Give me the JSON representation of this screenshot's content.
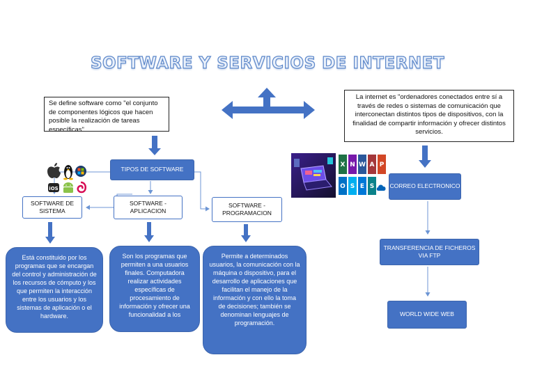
{
  "title": "SOFTWARE Y SERVICIOS DE INTERNET",
  "definition": {
    "text": "Se define software como \"el conjunto de componentes lógicos que hacen posible la realización de tareas específicas\""
  },
  "internet": {
    "text": "La internet es \"ordenadores conectados entre sí a través de redes o sistemas de comunicación que interconectan distintos tipos de dispositivos, con la finalidad de compartir información y ofrecer distintos servicios."
  },
  "software_types": {
    "header": "TIPOS DE SOFTWARE",
    "items": [
      {
        "label": "SOFTWARE DE SISTEMA",
        "description": "Está constituido por los programas que se encargan del control y administración de los recursos de cómputo y los que permiten la interacción entre los usuarios y los sistemas de aplicación o el hardware."
      },
      {
        "label": "SOFTWARE - APLICACION",
        "description": "Son los programas que permiten a una usuarios finales. Computadora realizar actividades específicas de procesamiento de información y ofrecer una funcionalidad a los"
      },
      {
        "label": "SOFTWARE - PROGRAMACION",
        "description": "Permite a determinados usuarios, la comunicación con la máquina o dispositivo, para el desarrollo de aplicaciones que facilitan el manejo de la información y con ello la toma de decisiones; también se denominan lenguajes de programación."
      }
    ]
  },
  "internet_services": [
    "CORREO ELECTRONICO",
    "TRANSFERENCIA DE FICHEROS VIA FTP",
    "WORLD WIDE WEB"
  ],
  "icons": {
    "os_logos": [
      "apple-icon",
      "linux-tux-icon",
      "windows-icon",
      "ios-icon",
      "android-icon",
      "debian-icon"
    ],
    "office_logos": [
      "excel-icon",
      "onenote-icon",
      "word-icon",
      "access-icon",
      "powerpoint-icon",
      "outlook-icon",
      "skype-icon",
      "exchange-icon",
      "sharepoint-icon",
      "onedrive-icon"
    ],
    "device_illustration": "laptop-devices-icon"
  },
  "colors": {
    "accent_blue": "#4472c4",
    "title_outline": "#5b86c9"
  }
}
